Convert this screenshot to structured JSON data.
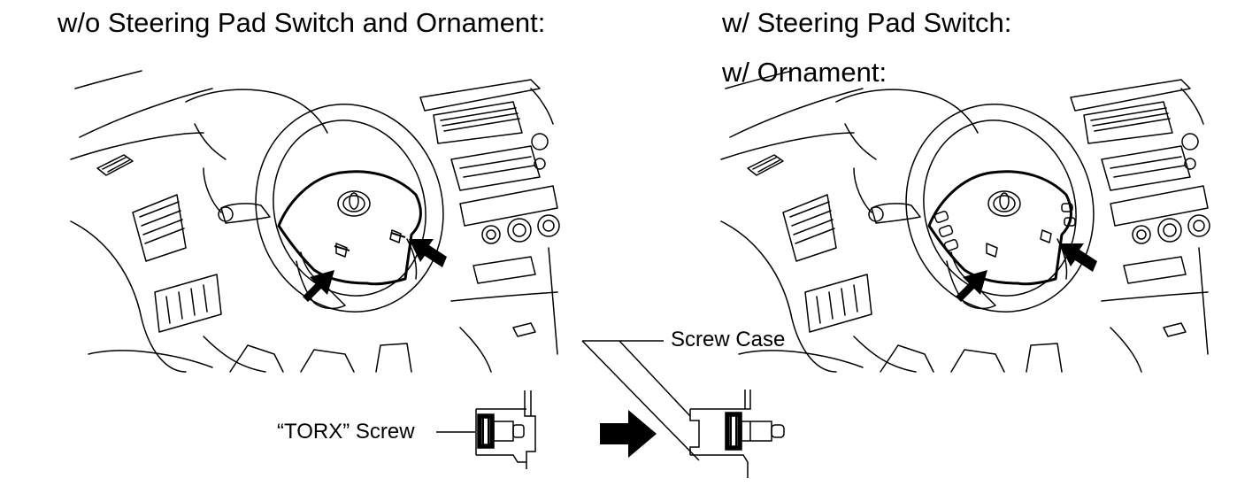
{
  "panels": {
    "left_title": "w/o Steering Pad Switch and Ornament:",
    "right_title_1": "w/ Steering Pad Switch:",
    "right_title_2": "w/ Ornament:"
  },
  "callouts": {
    "screw_case": "Screw Case",
    "torx_screw": "“TORX” Screw"
  },
  "colors": {
    "ink": "#000000",
    "background": "#ffffff"
  }
}
